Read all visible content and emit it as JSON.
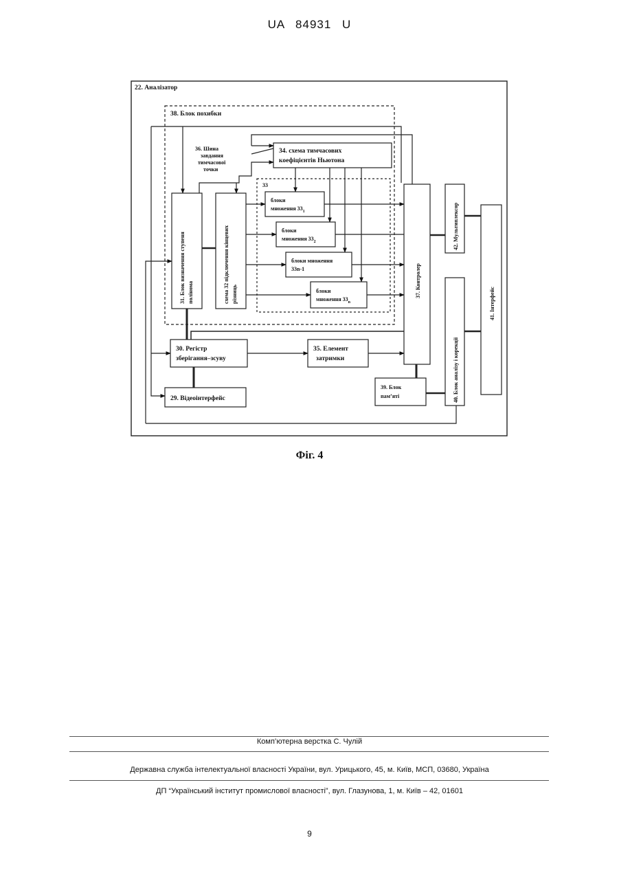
{
  "header": {
    "patent": "UA   84931   U"
  },
  "diagram": {
    "analyzer": "22. Аналізатор",
    "error_block": "38. Блок похибки",
    "bus_label": [
      "36. Шина",
      "завдання",
      "тимчасової",
      "точки"
    ],
    "newton": [
      "34. схема тимчасових",
      "коефіцієнтів Ньютона"
    ],
    "group_label": "33",
    "mult1": [
      "блоки",
      "множення 33",
      "1"
    ],
    "mult2": [
      "блоки",
      "множення 33",
      "2"
    ],
    "mult3": [
      "блоки множення",
      "33n-1"
    ],
    "mult4": [
      "блоки",
      "множення 33",
      "n"
    ],
    "poly": [
      "31. Блок визначення ступеня",
      "полінома"
    ],
    "diff": [
      "схема 32 підключення кінцевих",
      "різниць"
    ],
    "controller": "37. Контролер",
    "multiplexer": "42. Мультиплексор",
    "analysis": "40. Блок аналізу і корекції",
    "interface": "41. Інтерфейс",
    "register": [
      "30. Регістр",
      "зберігання–зсуву"
    ],
    "delay": [
      "35. Елемент",
      "затримки"
    ],
    "memory": [
      "39. Блок",
      "пам’яті"
    ],
    "video": "29. Відеоінтерфейс"
  },
  "caption": "Фіг. 4",
  "footer": {
    "typeset": "Комп’ютерна верстка С. Чулій",
    "office": "Державна служба інтелектуальної власності України, вул. Урицького, 45, м. Київ, МСП, 03680, Україна",
    "institute": "ДП “Український інститут промислової власності”, вул. Глазунова, 1, м. Київ – 42, 01601"
  },
  "page_number": "9"
}
